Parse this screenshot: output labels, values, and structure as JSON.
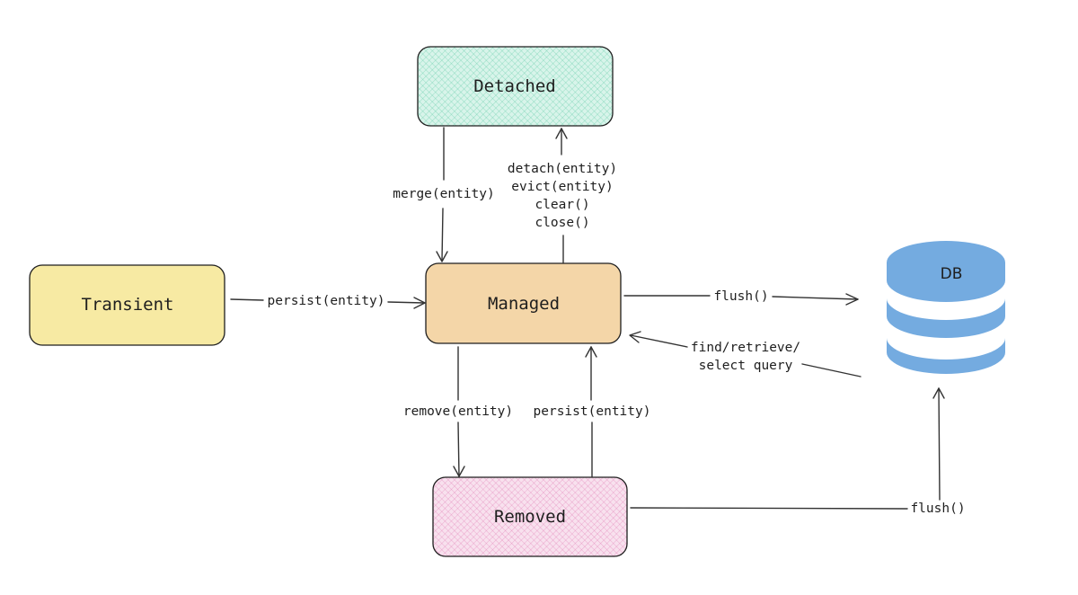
{
  "nodes": {
    "detached": {
      "label": "Detached",
      "color": "#bdebd9"
    },
    "transient": {
      "label": "Transient",
      "color": "#f7eaa3"
    },
    "managed": {
      "label": "Managed",
      "color": "#f4d6a8"
    },
    "removed": {
      "label": "Removed",
      "color": "#f1c6de"
    },
    "db": {
      "label": "DB",
      "color": "#74abe0"
    }
  },
  "edges": {
    "merge": {
      "label": "merge(entity)"
    },
    "detach": {
      "lines": [
        "detach(entity)",
        "evict(entity)",
        "clear()",
        "close()"
      ]
    },
    "persist_transient": {
      "label": "persist(entity)"
    },
    "flush_managed": {
      "label": "flush()"
    },
    "find": {
      "lines": [
        "find/retrieve/",
        "select query"
      ]
    },
    "remove": {
      "label": "remove(entity)"
    },
    "persist_removed": {
      "label": "persist(entity)"
    },
    "flush_removed": {
      "label": "flush()"
    }
  },
  "icons": {
    "database": "database-icon"
  }
}
